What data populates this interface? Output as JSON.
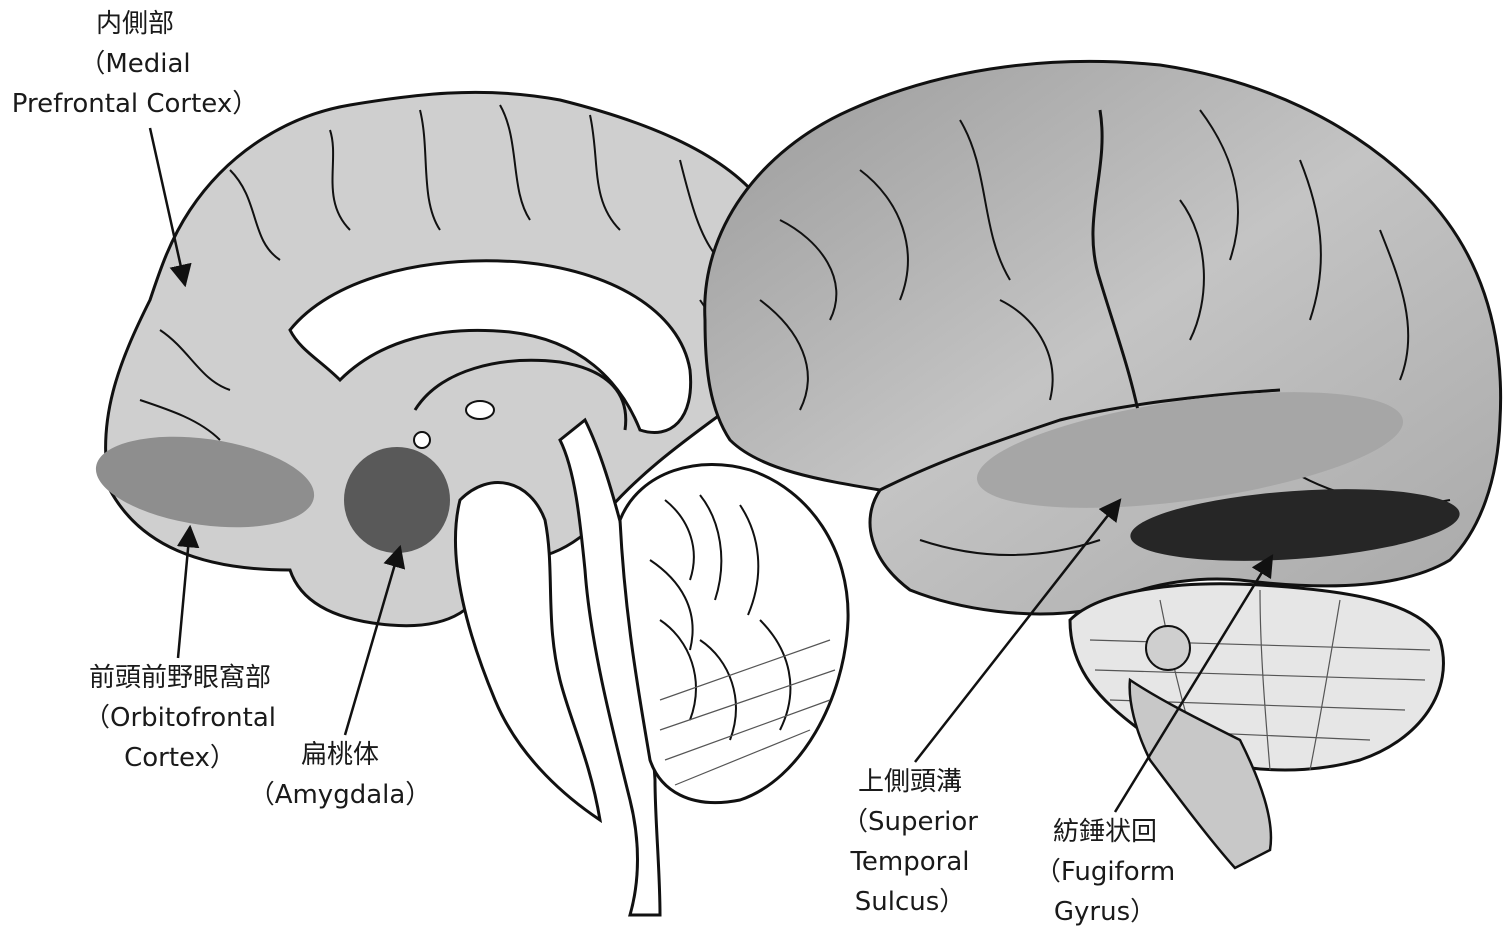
{
  "labels": {
    "medial_prefrontal": {
      "ja": "内側部",
      "en_line1": "（Medial",
      "en_line2": "Prefrontal Cortex）"
    },
    "orbitofrontal": {
      "ja": "前頭前野眼窩部",
      "en_line1": "（Orbitofrontal",
      "en_line2": "Cortex）"
    },
    "amygdala": {
      "ja": "扁桃体",
      "en_line1": "（Amygdala）"
    },
    "superior_temporal": {
      "ja": "上側頭溝",
      "en_line1": "（Superior",
      "en_line2": "Temporal",
      "en_line3": "Sulcus）"
    },
    "fusiform": {
      "ja": "紡錘状回",
      "en_line1": "（Fugiform",
      "en_line2": "Gyrus）"
    }
  },
  "colors": {
    "cortex_light": "#cfcfcf",
    "cortex_lateral": "#b3b3b3",
    "white_matter": "#ffffff",
    "orbitofrontal_region": "#8e8e8e",
    "amygdala_region": "#595959",
    "superior_temporal_region": "#a6a6a6",
    "fusiform_region": "#262626",
    "outline": "#111111"
  }
}
